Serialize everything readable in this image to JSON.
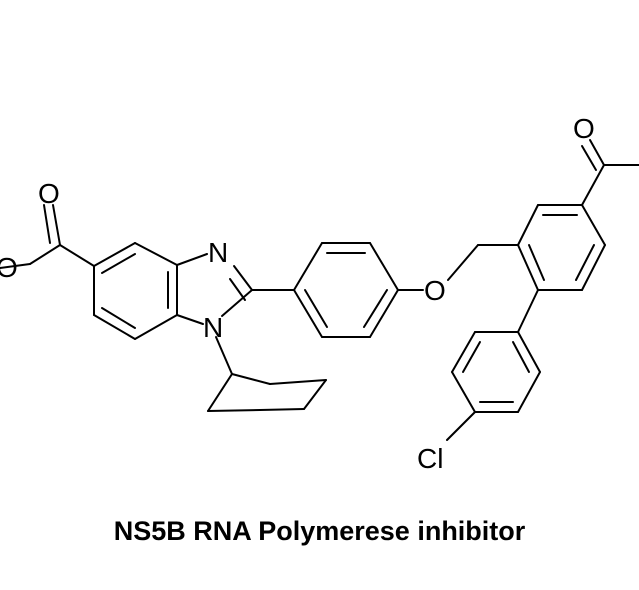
{
  "figure": {
    "caption": "NS5B RNA Polymerese inhibitor",
    "atom_labels": {
      "oxo_left": "O",
      "ester_o_left": "O",
      "n_imidazole_top": "N",
      "n_imidazole_bottom": "N",
      "ether_o": "O",
      "oxo_right": "O",
      "chloro": "Cl"
    },
    "colors": {
      "bonds": "#000000",
      "background": "#ffffff"
    }
  }
}
